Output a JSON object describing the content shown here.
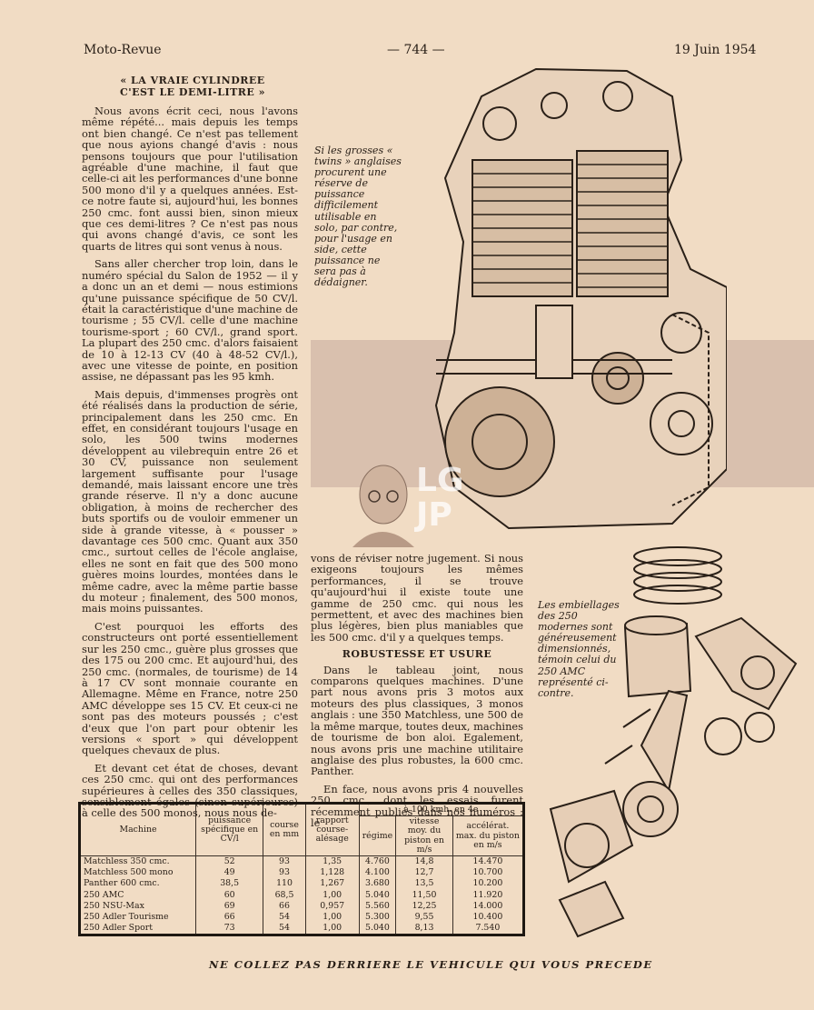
{
  "header": {
    "left": "Moto-Revue",
    "mid": "— 744 —",
    "right": "19 Juin 1954"
  },
  "article": {
    "title_l1": "« LA VRAIE CYLINDREE",
    "title_l2": "C'EST LE DEMI-LITRE »",
    "p1": "Nous avons écrit ceci, nous l'avons même répété... mais depuis les temps ont bien changé. Ce n'est pas tellement que nous ayions changé d'avis : nous pensons toujours que pour l'utilisation agréable d'une machine, il faut que celle-ci ait les performances d'une bonne 500 mono d'il y a quelques années. Est-ce notre faute si, aujourd'hui, les bonnes 250 cmc. font aussi bien, sinon mieux que ces demi-litres ? Ce n'est pas nous qui avons changé d'avis, ce sont les quarts de litres qui sont venus à nous.",
    "p2": "Sans aller chercher trop loin, dans le numéro spécial du Salon de 1952 — il y a donc un an et demi — nous estimions qu'une puissance spécifique de 50 CV/l. était la caractéristique d'une machine de tourisme ; 55 CV/l. celle d'une machine tourisme-sport ; 60 CV/l., grand sport. La plupart des 250 cmc. d'alors faisaient de 10 à 12-13 CV (40 à 48-52 CV/l.), avec une vitesse de pointe, en position assise, ne dépassant pas les 95 kmh.",
    "p3": "Mais depuis, d'immenses progrès ont été réalisés dans la production de série, principalement dans les 250 cmc. En effet, en considérant toujours l'usage en solo, les 500 twins modernes développent au vilebrequin entre 26 et 30 CV, puissance non seulement largement suffisante pour l'usage demandé, mais laissant encore une très grande réserve. Il n'y a donc aucune obligation, à moins de rechercher des buts sportifs ou de vouloir emmener un side à grande vitesse, à « pousser » davantage ces 500 cmc. Quant aux 350 cmc., surtout celles de l'école anglaise, elles ne sont en fait que des 500 mono guères moins lourdes, montées dans le même cadre, avec la même partie basse du moteur ; finalement, des 500 monos, mais moins puissantes.",
    "p4": "C'est pourquoi les efforts des constructeurs ont porté essentiellement sur les 250 cmc., guère plus grosses que des 175 ou 200 cmc. Et aujourd'hui, des 250 cmc. (normales, de tourisme) de 14 à 17 CV sont monnaie courante en Allemagne. Même en France, notre 250 AMC développe ses 15 CV. Et ceux-ci ne sont pas des moteurs poussés ; c'est d'eux que l'on part pour obtenir les versions « sport » qui développent quelques chevaux de plus.",
    "p5": "Et devant cet état de choses, devant ces 250 cmc. qui ont des performances supérieures à celles des 350 classiques, sensiblement égales (sinon supérieures) à celle des 500 monos, nous nous de-",
    "p6": "vons de réviser notre jugement. Si nous exigeons toujours les mêmes performances, il se trouve qu'aujourd'hui il existe toute une gamme de 250 cmc. qui nous les permettent, et avec des machines bien plus légères, bien plus maniables que les 500 cmc. d'il y a quelques temps.",
    "sub": "ROBUSTESSE ET USURE",
    "p7": "Dans le tableau joint, nous comparons quelques machines. D'une part nous avons pris 3 motos aux moteurs des plus classiques, 3 monos anglais : une 350 Matchless, une 500 de la même marque, toutes deux, machines de tourisme de bon aloi. Egalement, nous avons pris une machine utilitaire anglaise des plus robustes, la 600 cmc. Panther.",
    "p8": "En face, nous avons pris 4 nouvelles 250 cmc., dont les essais furent récemment publiés dans nos numéros : le"
  },
  "captions": {
    "engine": "Si les grosses « twins » anglaises procurent une réserve de puissance difficilement utilisable en solo, par contre, pour l'usage en side, cette puissance ne sera pas à dédaigner.",
    "piston": "Les embiellages des 250 modernes sont généreusement dimensionnés, témoin celui du 250 AMC représenté ci-contre."
  },
  "stamp": {
    "l1": "LG",
    "l2": "JP"
  },
  "table": {
    "group_header": "à 100 kmh. en 4e",
    "headers": [
      "Machine",
      "puissance spécifique en CV/l",
      "course en mm",
      "rapport course-alésage",
      "régime",
      "vitesse moy. du piston en m/s",
      "accélérat. max. du piston en m/s"
    ],
    "rows": [
      [
        "Matchless 350 cmc.",
        "52",
        "93",
        "1,35",
        "4.760",
        "14,8",
        "14.470"
      ],
      [
        "Matchless 500 mono",
        "49",
        "93",
        "1,128",
        "4.100",
        "12,7",
        "10.700"
      ],
      [
        "Panther 600 cmc.",
        "38,5",
        "110",
        "1,267",
        "3.680",
        "13,5",
        "10.200"
      ],
      [
        "250 AMC",
        "60",
        "68,5",
        "1,00",
        "5.040",
        "11,50",
        "11.920"
      ],
      [
        "250 NSU-Max",
        "69",
        "66",
        "0,957",
        "5.560",
        "12,25",
        "14.000"
      ],
      [
        "250 Adler Tourisme",
        "66",
        "54",
        "1,00",
        "5.300",
        "9,55",
        "10.400"
      ],
      [
        "250 Adler Sport",
        "73",
        "54",
        "1,00",
        "5.040",
        "8,13",
        "7.540"
      ]
    ]
  },
  "footer": "NE COLLEZ PAS DERRIERE LE VEHICULE QUI VOUS PRECEDE"
}
